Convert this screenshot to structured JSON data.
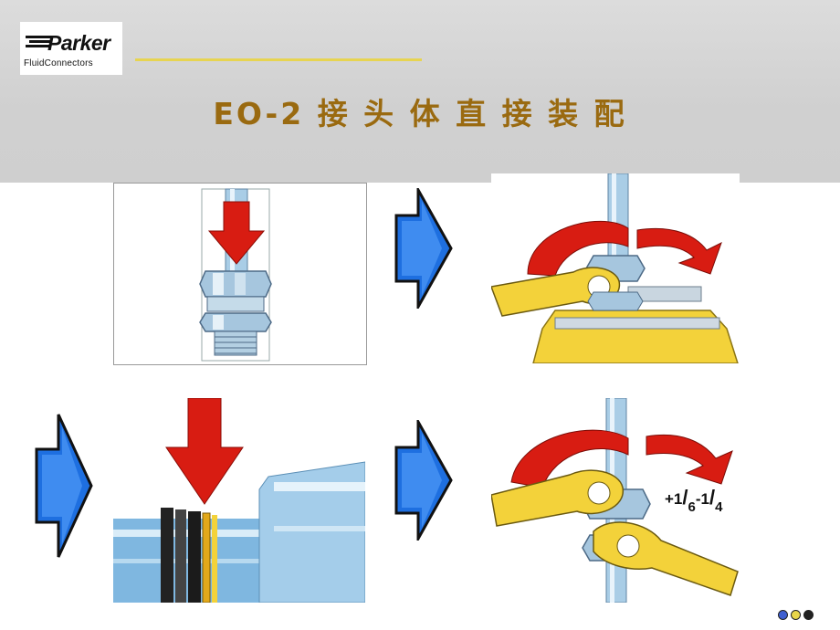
{
  "logo": {
    "brand": "Parker",
    "subtitle": "FluidConnectors"
  },
  "slide": {
    "title": "EO-2 接 头 体 直 接 装 配"
  },
  "step4": {
    "label_main": "+1",
    "label_num2": "6",
    "label_rest": "-1",
    "label_num3": "4",
    "label_slash": "/"
  },
  "colors": {
    "accent": "#9a6a10",
    "rule": "#e7d451",
    "arrow_blue": "#1e6fe0",
    "red": "#d81c12",
    "yellow": "#f3d23a",
    "steel": "#9ec3df"
  },
  "pager": {
    "dots": [
      "#3f5fd0",
      "#e9d64a",
      "#222222"
    ]
  }
}
